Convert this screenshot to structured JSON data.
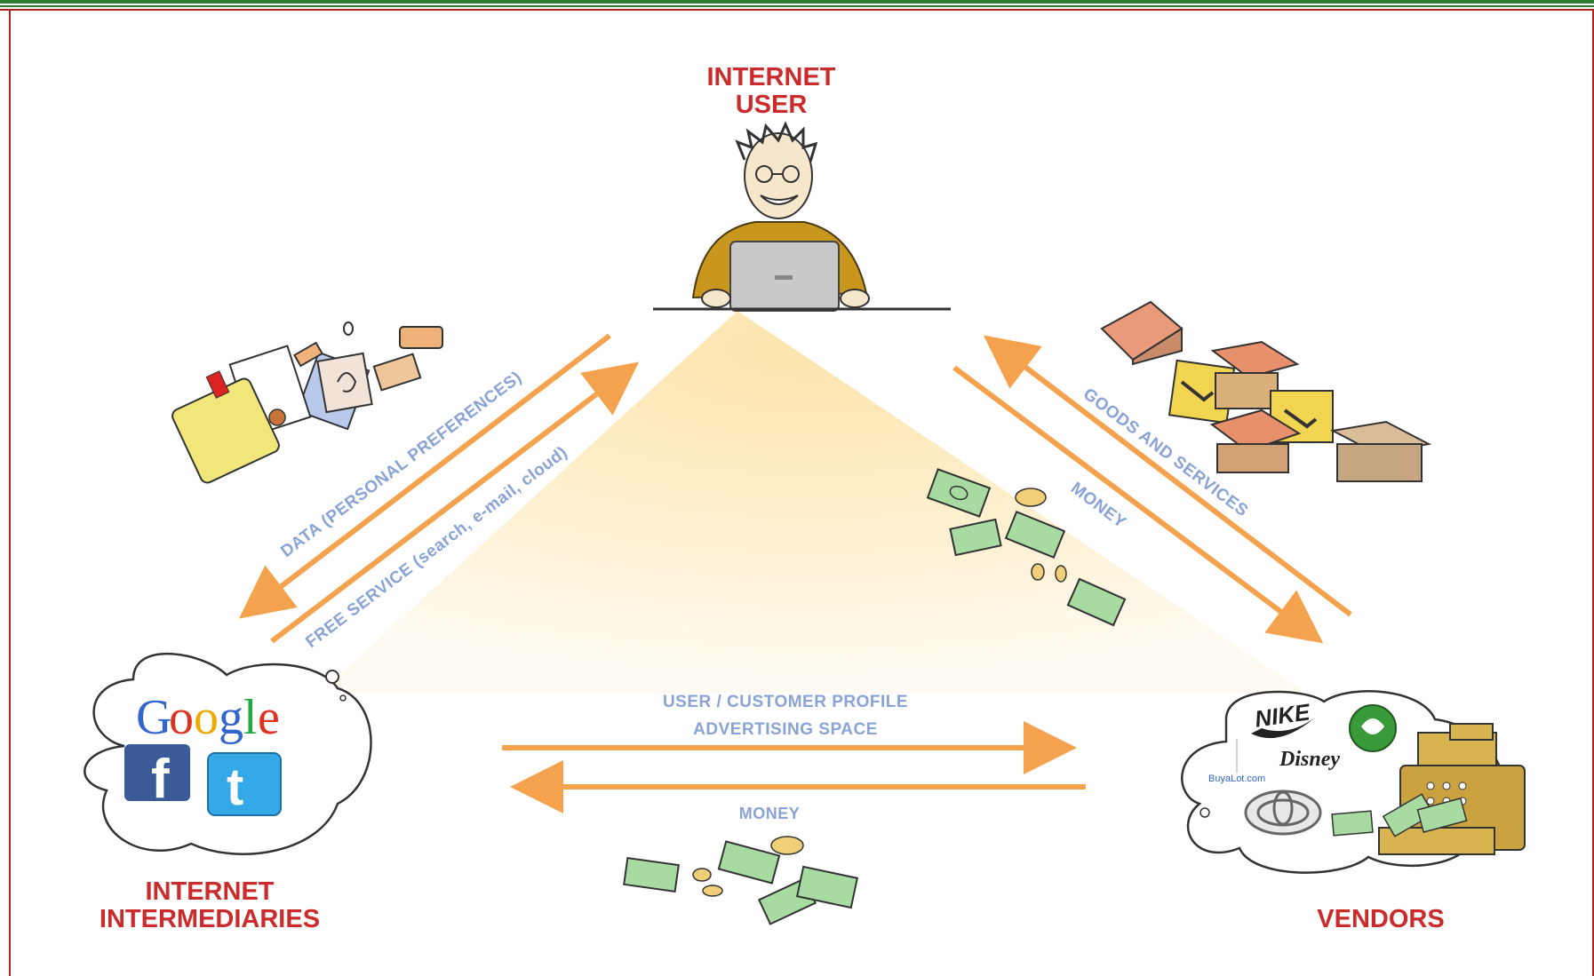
{
  "nodes": {
    "user": {
      "line1": "INTERNET",
      "line2": "USER"
    },
    "intermediaries": {
      "line1": "INTERNET",
      "line2": "INTERMEDIARIES"
    },
    "vendors": {
      "label": "VENDORS"
    }
  },
  "flows": {
    "data": "DATA (PERSONAL PREFERENCES)",
    "free_service": "FREE SERVICE (search, e-mail, cloud)",
    "goods": "GOODS AND SERVICES",
    "money_vendor": "MONEY",
    "profile": "USER / CUSTOMER PROFILE",
    "advertising": "ADVERTISING SPACE",
    "money_bottom": "MONEY"
  },
  "logos": {
    "google": [
      "G",
      "o",
      "o",
      "g",
      "l",
      "e"
    ],
    "facebook": "f",
    "twitter": "t",
    "nike": "NIKE",
    "disney": "Disney",
    "buyalot": "BuyaLot.com"
  },
  "colors": {
    "frame_green": "#2e7d32",
    "frame_red": "#b22222",
    "title_red": "#cc2b2b",
    "flow_text": "#8aa3d6",
    "arrow_orange": "#f4a24d",
    "glow": "#fde9b8",
    "google_blue": "#3366cc",
    "google_red": "#dd3322",
    "google_yellow": "#eeaa00",
    "google_green": "#22aa44"
  }
}
